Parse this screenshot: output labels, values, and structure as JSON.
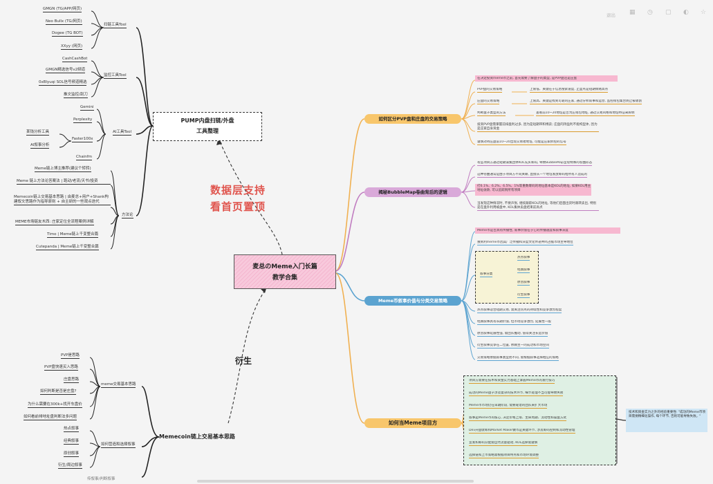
{
  "toolbar": {
    "exit_label": "退出",
    "icons": [
      "grid-icon",
      "clock-icon",
      "square-icon",
      "half-circle-icon",
      "star-icon"
    ]
  },
  "center": {
    "title_line1": "麦总のMeme入门长篇",
    "title_line2": "教学合集"
  },
  "overlay": {
    "line1": "数据层支持",
    "line2": "看首页置顶",
    "derive": "衍生"
  },
  "pump": {
    "line1": "PUMP内盘扫链/外盘",
    "line2": "工具整理"
  },
  "scan_tools": {
    "label": "扫链工具Tool",
    "items": [
      "GMGN (TG/APP/网页)",
      "Neo Bullx (TG/网页)",
      "Dogee (TG BOT)",
      "XXyy (网页)"
    ]
  },
  "monitor_tools": {
    "label": "监控工具Tool",
    "items": [
      "CashCashBot",
      "GMGN精选信号v2频道",
      "0xBlyuqi SOL信号频道精选",
      "推文监控/刮刀"
    ]
  },
  "ai_tools": {
    "label": "AI工具Tool",
    "items": [
      "Gemini",
      "Perplexity",
      "Faster100x",
      "Chainfm"
    ],
    "faster_children": [
      "某钱分析工具",
      "AI叙事分析"
    ]
  },
  "methods": {
    "label": "方法论",
    "items": [
      "Meme链上博主推荐(建议个转转)",
      "Meme 链上方法论答案法 | 跑动/老流/天书/投资",
      "Memecoin链上交易基本思路 | 由麦总+用户+Shank构建叙文思路作为指导原则 + 自主研的一些观点迭代",
      "MEME市场链友木西: 庄家定位全流程案例详解",
      "Timo | Meme链上千变整合篇",
      "Cutepanda | Meme链上千变整合篇"
    ]
  },
  "basic": {
    "title": "Memecoin链上交易基本思路",
    "trade_label": "meme交易基本思路",
    "trade_items": [
      "PVP是思路",
      "PVP盘快速买入思路",
      "庄盘思路",
      "如何判断是否是庄盘?",
      "为什么需要在300k+找开车盘价",
      "如何看前排地址盘判断法多问题"
    ],
    "narrative_label": "如何营造和选择叙事",
    "narrative_items": [
      "热点叙事",
      "经典叙事",
      "原创叙事",
      "衍生/周边叙事"
    ],
    "cut_label": "传叙事/判断叙事"
  },
  "pvp": {
    "title": "如何区分PVP盘和庄盘的交易策略",
    "head": "在决定投资meme币之前, 首先需要了解盘子的类型, 是PVP盘还是庄盘",
    "rows": [
      {
        "a": "PVP盘的交易策略",
        "b": "上限低、关键在于信息搜索速度, 止盈点是短期情绪高点"
      },
      {
        "a": "庄盘的交易策略",
        "b": "上限高、关键是找到可靠的庄家, 通过分析叙事和运营, 监控钱包集合防止被收割"
      },
      {
        "a": "判断盘子类型的方法",
        "b": "查看前10~20地址是否为庄钱包地址, 通过交易风格和地址特征来辨明"
      }
    ],
    "notes": [
      "投资PVP盘需掌握前排盘利过多, 因为是短期带和博弈; 庄盘的持盈利不能构型体, 因为是庄家自身资金",
      "谨慎对待庄盘前10~20出现交易者地址, 可能是庄家拆控的信号"
    ]
  },
  "bubble": {
    "title": "揭秘BubbleMap卷曲背后的逻辑",
    "items": [
      "有些项目方通过短期谋集团体KOL先买筹码, 导致BubbleMap呈现特殊的卷曲形态",
      "这种卷曲通常是由于项目方不同关联, 直接从一个地址发放筹码给所有人造成的",
      "打6.1%、6.2%、6.5%、1%等重数筹码的地址基本是KOL的地址, 如果KOL用主地址收款, 可以追踪到所有项目",
      "当发现这种情况时, 不要声张, 继续跟踪KOL的地址, 等他们后面出货时跟转卖出, 特别是在盘外利用被盘中, KOL集体卖盘结束前高点"
    ]
  },
  "narrative": {
    "title": "Meme币叙事价值与分类交易策略",
    "top": [
      "Meme币是否具有传播性, 叙事价值在于它的传播速度和叙事深度",
      "独到利meme币因其广泛传播和深度文化传递共鸣占据市场主导地位"
    ],
    "cat_label": "叙事分类",
    "cats": [
      "热点叙事",
      "经典叙事",
      "原创叙事",
      "衍生叙事"
    ],
    "bottom": [
      "热点叙事适合短期交易, 需关注热点的持续性和竞争激烈程度",
      "经典叙事具有长期价值, 但市场竞争激烈, 延展性一般",
      "原创叙事延展性强, 需团队推动, 值得关注长远价值",
      "衍生叙事竞争在二位置, 依赖主一的成功和市场空间",
      "交易策略依据叙事类型而不同, 需根据叙事选择相应的策略"
    ]
  },
  "project": {
    "title": "如何当Meme项目方",
    "items": [
      "项目方需要在技术和资金实力基础上掌握Meme币的发行技巧",
      "成功的Meme盘子涉及复杂的技术环节, 细节处理不当可能导致失败",
      "Meme币市场仍在早期阶段, 需要靠谱的团队来扩大市场",
      "叙事是Meme币的核心, 决定价格上限、生命周期、流动性和操盘方式",
      "Dev开盘收筹和Market Maker做市是关键环节, 涉及筹码控制和流动性管理",
      "宣发和筹码分配需自然流量驱动, KOL选择需谨慎",
      "选择链和上币策略需根据项目特点和市场环境调整"
    ],
    "note": "技术和资金实力之外的经验重要性: \"成功的Meme币项目需要精细化操作, 每个环节, 否则可能导致失败。\""
  }
}
